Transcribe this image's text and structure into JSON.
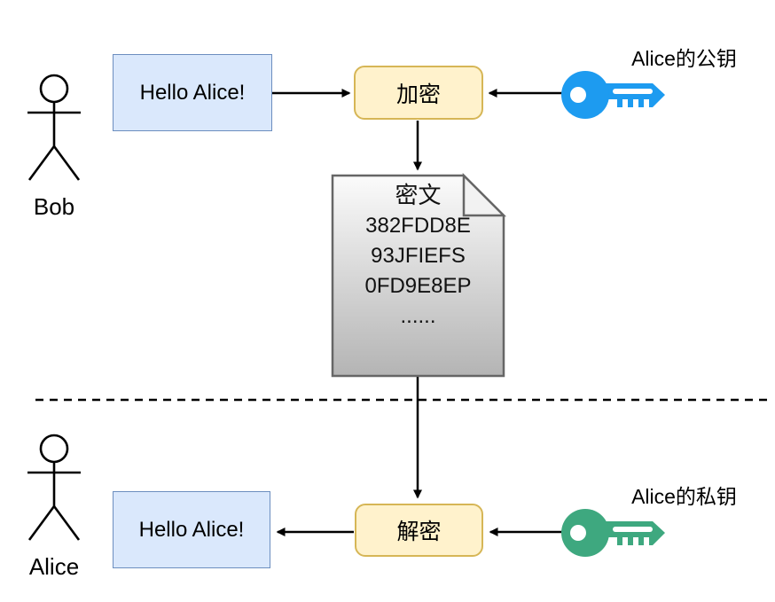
{
  "diagram": {
    "title_semantic": "public-key-encryption-flow",
    "actors": {
      "top": {
        "label": "Bob"
      },
      "bottom": {
        "label": "Alice"
      }
    },
    "messages": {
      "top_plaintext": "Hello Alice!",
      "bottom_plaintext": "Hello Alice!"
    },
    "process": {
      "encrypt_label": "加密",
      "decrypt_label": "解密"
    },
    "ciphertext_document": {
      "title": "密文",
      "lines": [
        "382FDD8E",
        "93JFIEFS",
        "0FD9E8EP",
        "......"
      ]
    },
    "keys": {
      "public": {
        "label": "Alice的公钥",
        "color": "#1d9bf0",
        "icon": "key-icon"
      },
      "private": {
        "label": "Alice的私钥",
        "color": "#3ea87f",
        "icon": "key-icon"
      }
    },
    "colors": {
      "message_box_fill": "#dae8fc",
      "message_box_border": "#6c8ebf",
      "process_box_fill": "#fff2cc",
      "process_box_border": "#d6b656",
      "document_fill_top": "#fbfbfb",
      "document_fill_bottom": "#b4b4b4",
      "document_border": "#666666",
      "line_color": "#000000"
    }
  }
}
